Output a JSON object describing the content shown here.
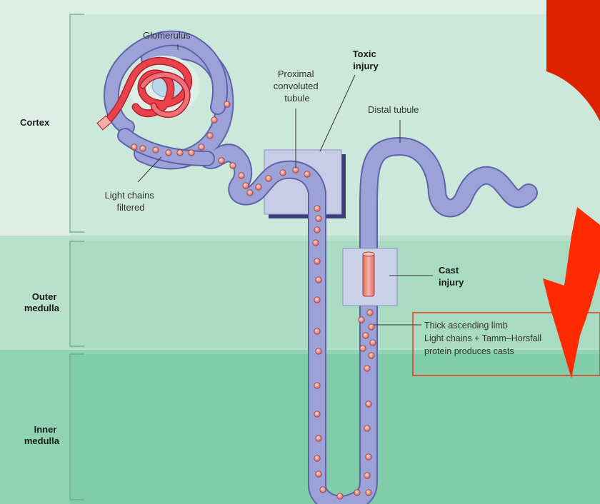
{
  "zones": {
    "cortex": "Cortex",
    "outer_medulla": [
      "Outer",
      "medulla"
    ],
    "inner_medulla": [
      "Inner",
      "medulla"
    ]
  },
  "labels": {
    "glomerulus": "Glomerulus",
    "proximal": [
      "Proximal",
      "convoluted",
      "tubule"
    ],
    "toxic_injury": [
      "Toxic",
      "injury"
    ],
    "distal_tubule": "Distal tubule",
    "light_chains_filtered": [
      "Light chains",
      "filtered"
    ],
    "cast_injury": [
      "Cast",
      "injury"
    ]
  },
  "callout": {
    "lines": [
      "Thick ascending limb",
      "Light chains + Tamm–Horsfall",
      "protein produces casts"
    ]
  },
  "colors": {
    "cortex_band": "#dceee5",
    "outer_band": "#b9e0cc",
    "inner_band": "#8fd3b3",
    "tubule": "#7f87c8",
    "tubule_light": "#a6acdc",
    "capillary": "#e0323c",
    "bead": "#f0a8a0",
    "annotation_red": "#ff2a00"
  }
}
